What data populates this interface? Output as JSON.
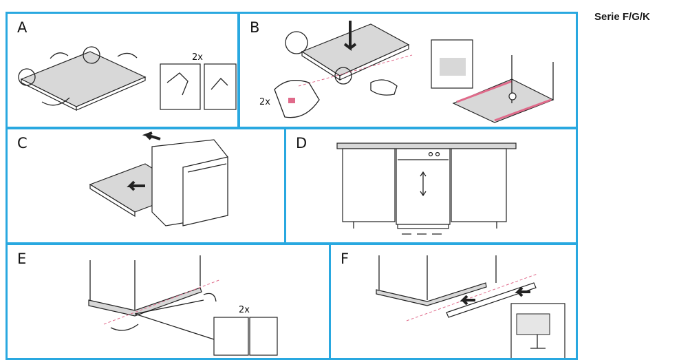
{
  "header": {
    "series": "Serie F/G/K"
  },
  "steps": {
    "a": {
      "label": "A",
      "count": "2x"
    },
    "b": {
      "label": "B",
      "count": "2x"
    },
    "c": {
      "label": "C"
    },
    "d": {
      "label": "D"
    },
    "e": {
      "label": "E",
      "count": "2x"
    },
    "f": {
      "label": "F"
    }
  },
  "colors": {
    "panel_border": "#29a8e0",
    "accent": "#e06a8a"
  }
}
